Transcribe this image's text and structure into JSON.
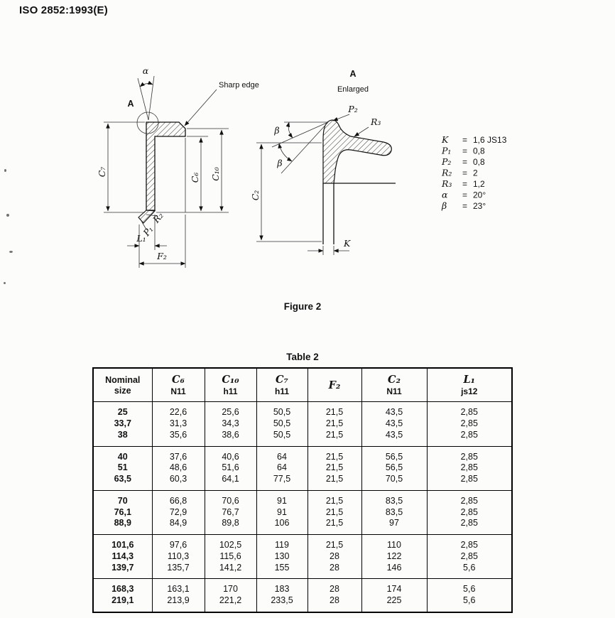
{
  "page": {
    "header_title": "ISO 2852:1993(E)"
  },
  "figure": {
    "caption": "Figure 2",
    "eq": "=",
    "labels": {
      "alpha": "α",
      "a_detail": "A",
      "sharp_edge": "Sharp edge",
      "enlarged_a": "A",
      "enlarged_sub": "Enlarged",
      "beta1": "β",
      "beta2": "β",
      "p2": "P₂",
      "r3": "R₃",
      "c7": "C₇",
      "c6": "C₆",
      "c10": "C₁₀",
      "c2": "C₂",
      "l1": "L₁",
      "f2": "F₂",
      "k": "K",
      "r2": "R₂",
      "p1": "P₁"
    },
    "parameters": [
      {
        "sym": "K",
        "val": "1,6 JS13"
      },
      {
        "sym": "P₁",
        "val": "0,8"
      },
      {
        "sym": "P₂",
        "val": "0,8"
      },
      {
        "sym": "R₂",
        "val": "2"
      },
      {
        "sym": "R₃",
        "val": "1,2"
      },
      {
        "sym": "α",
        "val": "20°"
      },
      {
        "sym": "β",
        "val": "23°"
      }
    ]
  },
  "table": {
    "caption": "Table 2",
    "columns": [
      {
        "line1": "Nominal",
        "line2": "size",
        "italic": false
      },
      {
        "line1": "C₆",
        "line2": "N11",
        "italic": true
      },
      {
        "line1": "C₁₀",
        "line2": "h11",
        "italic": true
      },
      {
        "line1": "C₇",
        "line2": "h11",
        "italic": true
      },
      {
        "line1": "F₂",
        "line2": "",
        "italic": true
      },
      {
        "line1": "C₂",
        "line2": "N11",
        "italic": true
      },
      {
        "line1": "L₁",
        "line2": "js12",
        "italic": true
      }
    ],
    "groups": [
      {
        "rows": [
          [
            "25",
            "22,6",
            "25,6",
            "50,5",
            "21,5",
            "43,5",
            "2,85"
          ],
          [
            "33,7",
            "31,3",
            "34,3",
            "50,5",
            "21,5",
            "43,5",
            "2,85"
          ],
          [
            "38",
            "35,6",
            "38,6",
            "50,5",
            "21,5",
            "43,5",
            "2,85"
          ]
        ]
      },
      {
        "rows": [
          [
            "40",
            "37,6",
            "40,6",
            "64",
            "21,5",
            "56,5",
            "2,85"
          ],
          [
            "51",
            "48,6",
            "51,6",
            "64",
            "21,5",
            "56,5",
            "2,85"
          ],
          [
            "63,5",
            "60,3",
            "64,1",
            "77,5",
            "21,5",
            "70,5",
            "2,85"
          ]
        ]
      },
      {
        "rows": [
          [
            "70",
            "66,8",
            "70,6",
            "91",
            "21,5",
            "83,5",
            "2,85"
          ],
          [
            "76,1",
            "72,9",
            "76,7",
            "91",
            "21,5",
            "83,5",
            "2,85"
          ],
          [
            "88,9",
            "84,9",
            "89,8",
            "106",
            "21,5",
            "97",
            "2,85"
          ]
        ]
      },
      {
        "rows": [
          [
            "101,6",
            "97,6",
            "102,5",
            "119",
            "21,5",
            "110",
            "2,85"
          ],
          [
            "114,3",
            "110,3",
            "115,6",
            "130",
            "28",
            "122",
            "2,85"
          ],
          [
            "139,7",
            "135,7",
            "141,2",
            "155",
            "28",
            "146",
            "5,6"
          ]
        ]
      },
      {
        "rows": [
          [
            "168,3",
            "163,1",
            "170",
            "183",
            "28",
            "174",
            "5,6"
          ],
          [
            "219,1",
            "213,9",
            "221,2",
            "233,5",
            "28",
            "225",
            "5,6"
          ]
        ]
      }
    ]
  }
}
